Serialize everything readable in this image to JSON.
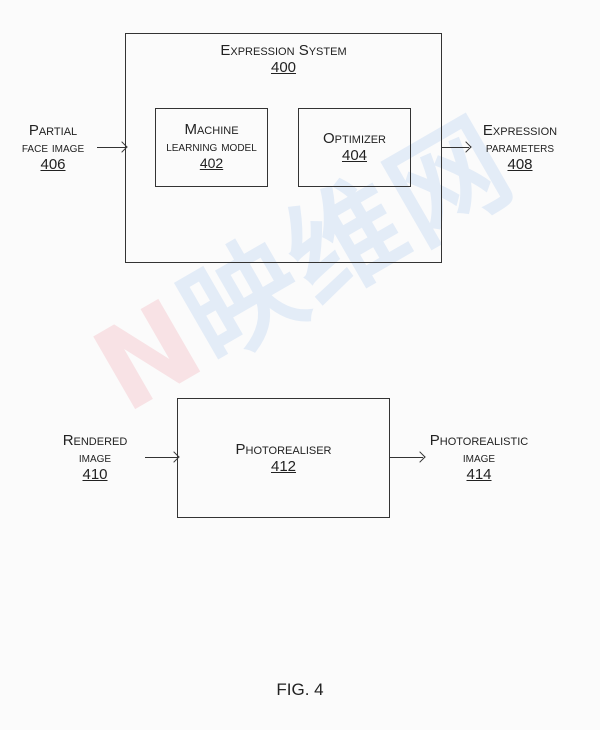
{
  "watermark": {
    "letter": "N",
    "text": "映维网",
    "colors": {
      "letter": "#e0162b",
      "text": "#1d6fd8"
    }
  },
  "diagram": {
    "expression_system": {
      "title": "Expression System",
      "ref": "400",
      "components": [
        {
          "title_line1": "Machine",
          "title_line2": "learning model",
          "ref": "402"
        },
        {
          "title": "Optimizer",
          "ref": "404"
        }
      ]
    },
    "input_partial_face": {
      "line1": "Partial",
      "line2": "face image",
      "ref": "406"
    },
    "output_expression_params": {
      "line1": "Expression",
      "line2": "parameters",
      "ref": "408"
    },
    "input_rendered": {
      "line1": "Rendered",
      "line2": "image",
      "ref": "410"
    },
    "photorealiser": {
      "title": "Photorealiser",
      "ref": "412"
    },
    "output_photorealistic": {
      "line1": "Photorealistic",
      "line2": "image",
      "ref": "414"
    },
    "edges": [
      {
        "from": "406",
        "to": "400"
      },
      {
        "from": "400",
        "to": "408"
      },
      {
        "from": "410",
        "to": "412"
      },
      {
        "from": "412",
        "to": "414"
      }
    ],
    "figure_label": "FIG. 4"
  }
}
